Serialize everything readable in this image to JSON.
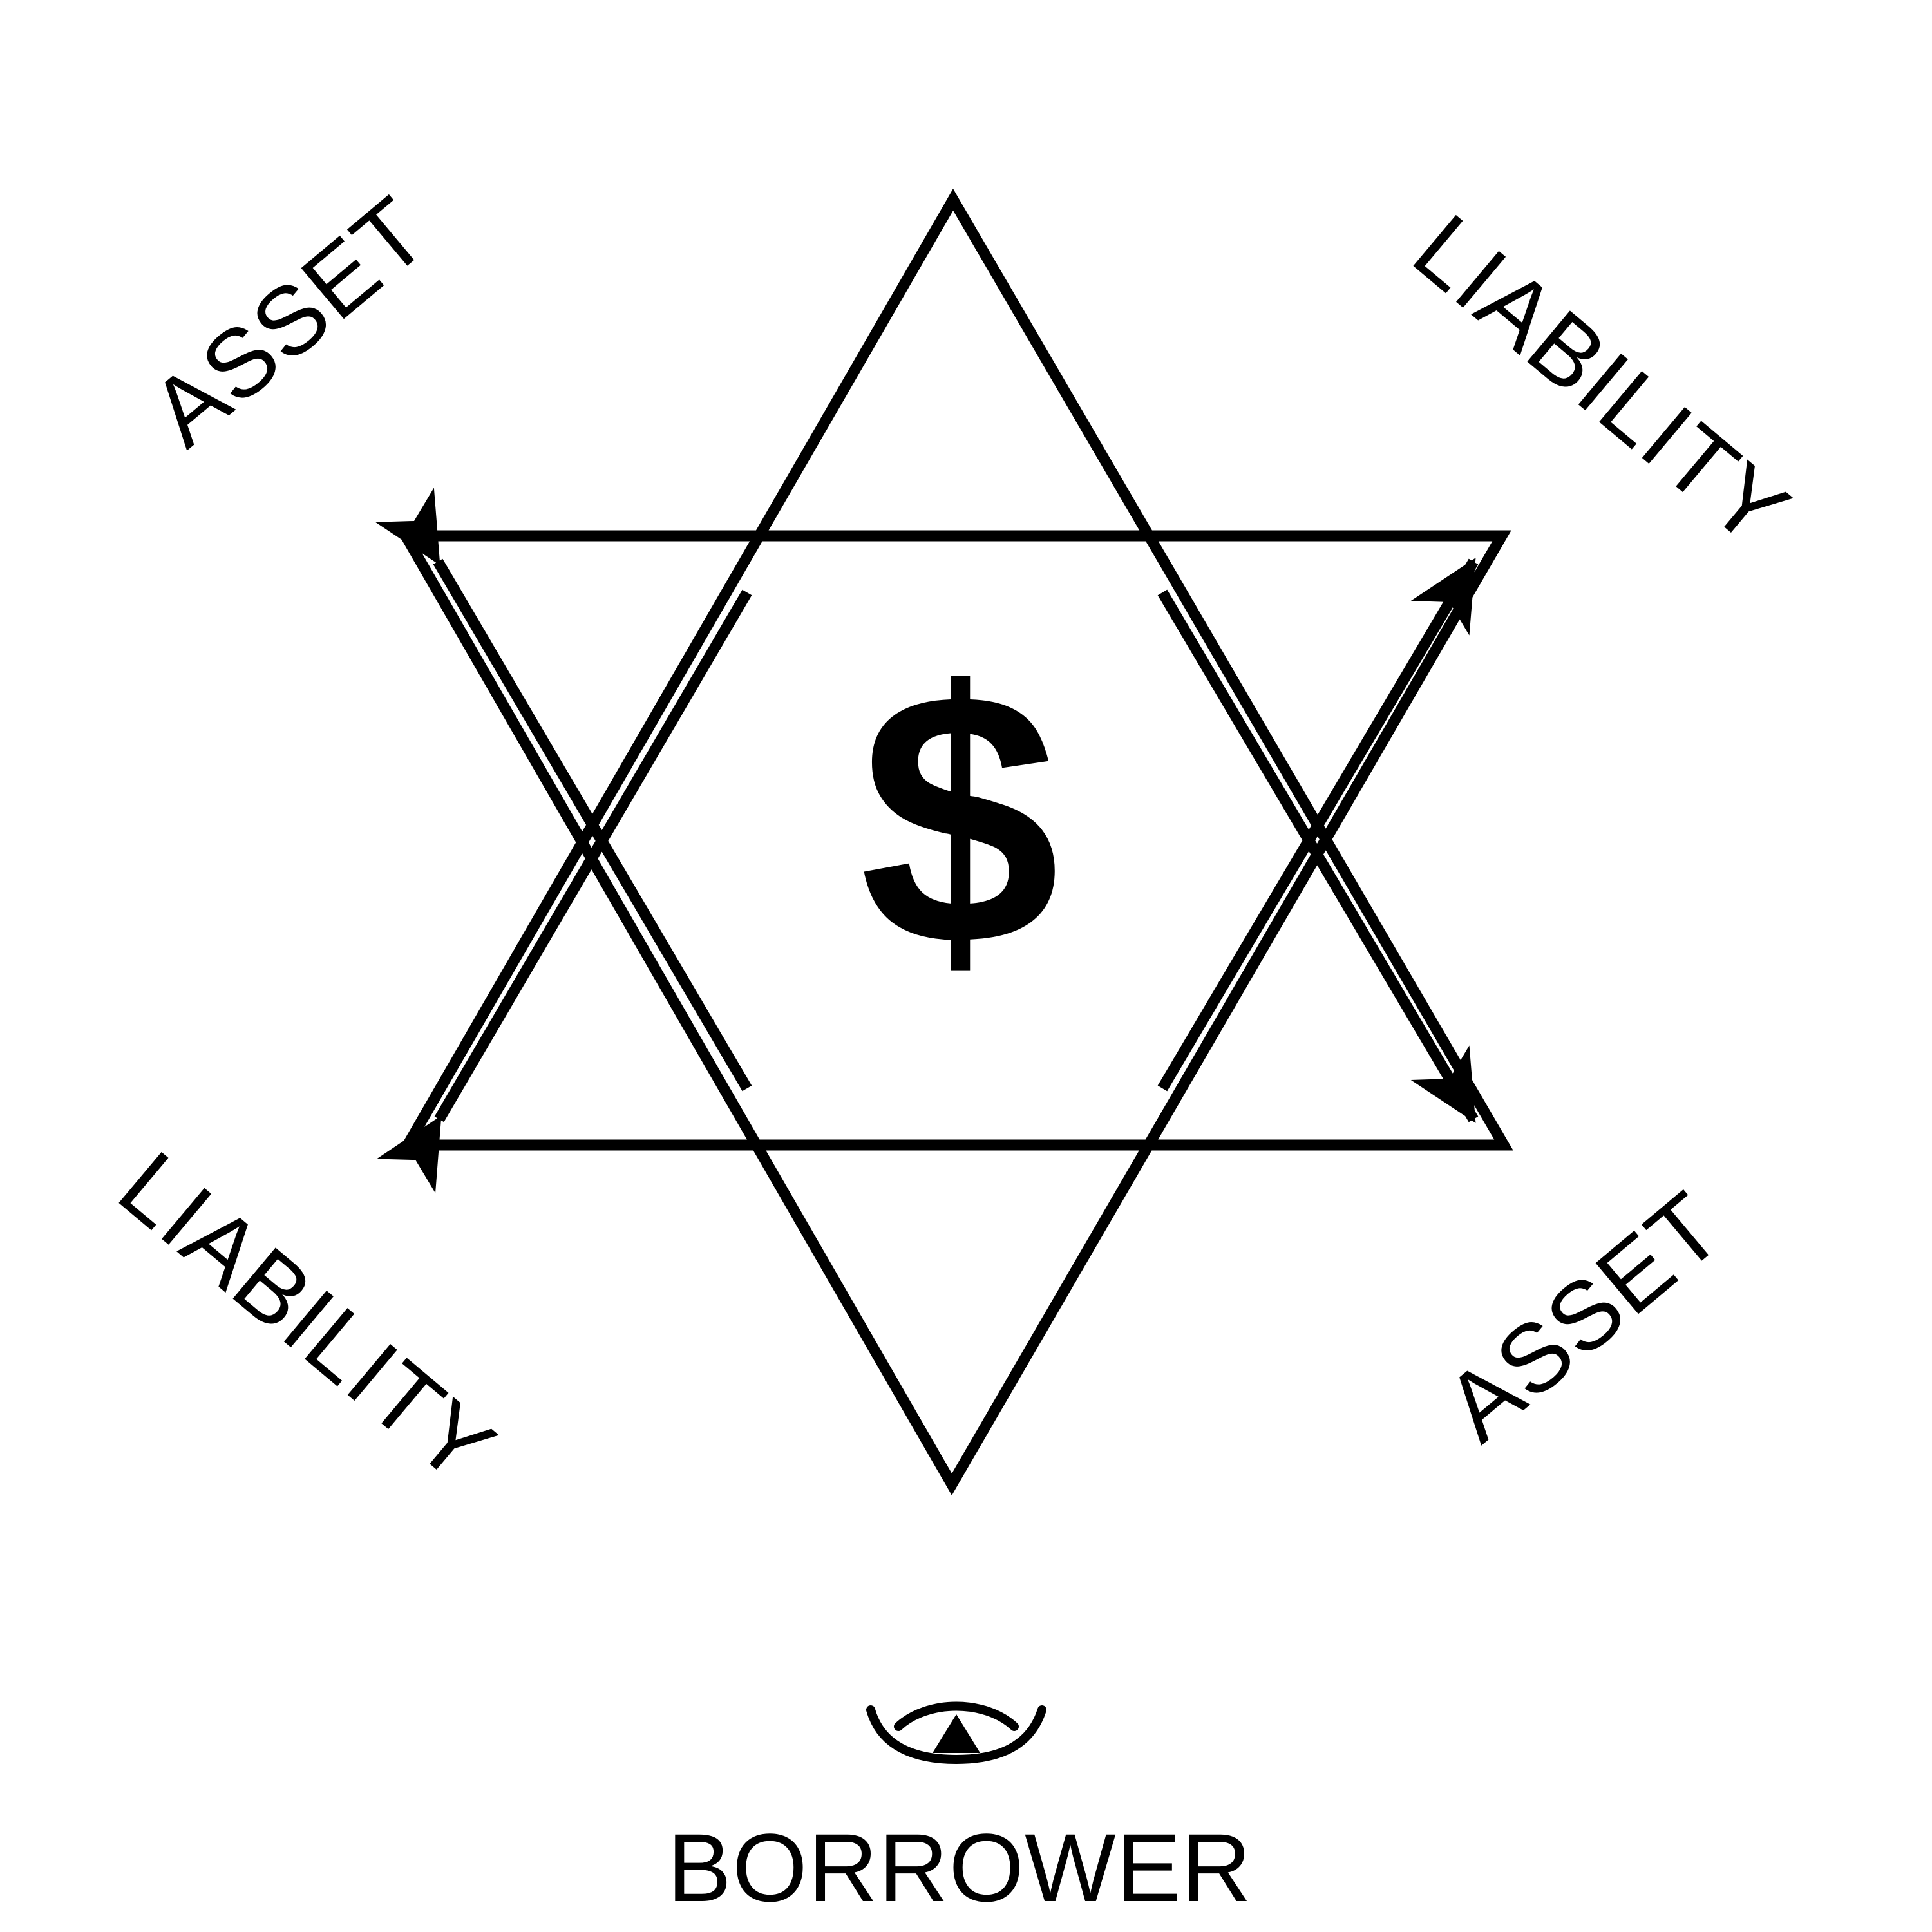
{
  "diagram": {
    "title": "Borrower asset-liability hexagram",
    "background_color": "#ffffff",
    "line_color": "#000000",
    "center_symbol": "$",
    "center_symbol_name": "dollar-sign",
    "shape_name": "hexagram",
    "corner_labels": [
      {
        "id": "top-left",
        "text": "ASSET",
        "rotation_deg": -40
      },
      {
        "id": "top-right",
        "text": "LIABILITY",
        "rotation_deg": 40
      },
      {
        "id": "bottom-left",
        "text": "LIABILITY",
        "rotation_deg": 40
      },
      {
        "id": "bottom-right",
        "text": "ASSET",
        "rotation_deg": -40
      }
    ],
    "caption": {
      "icon_name": "eye-icon",
      "label": "BORROWER"
    },
    "arrows": {
      "count": 4,
      "style": "double-headed",
      "description": "two crossing double-headed arrows on each side of the hexagram"
    }
  }
}
